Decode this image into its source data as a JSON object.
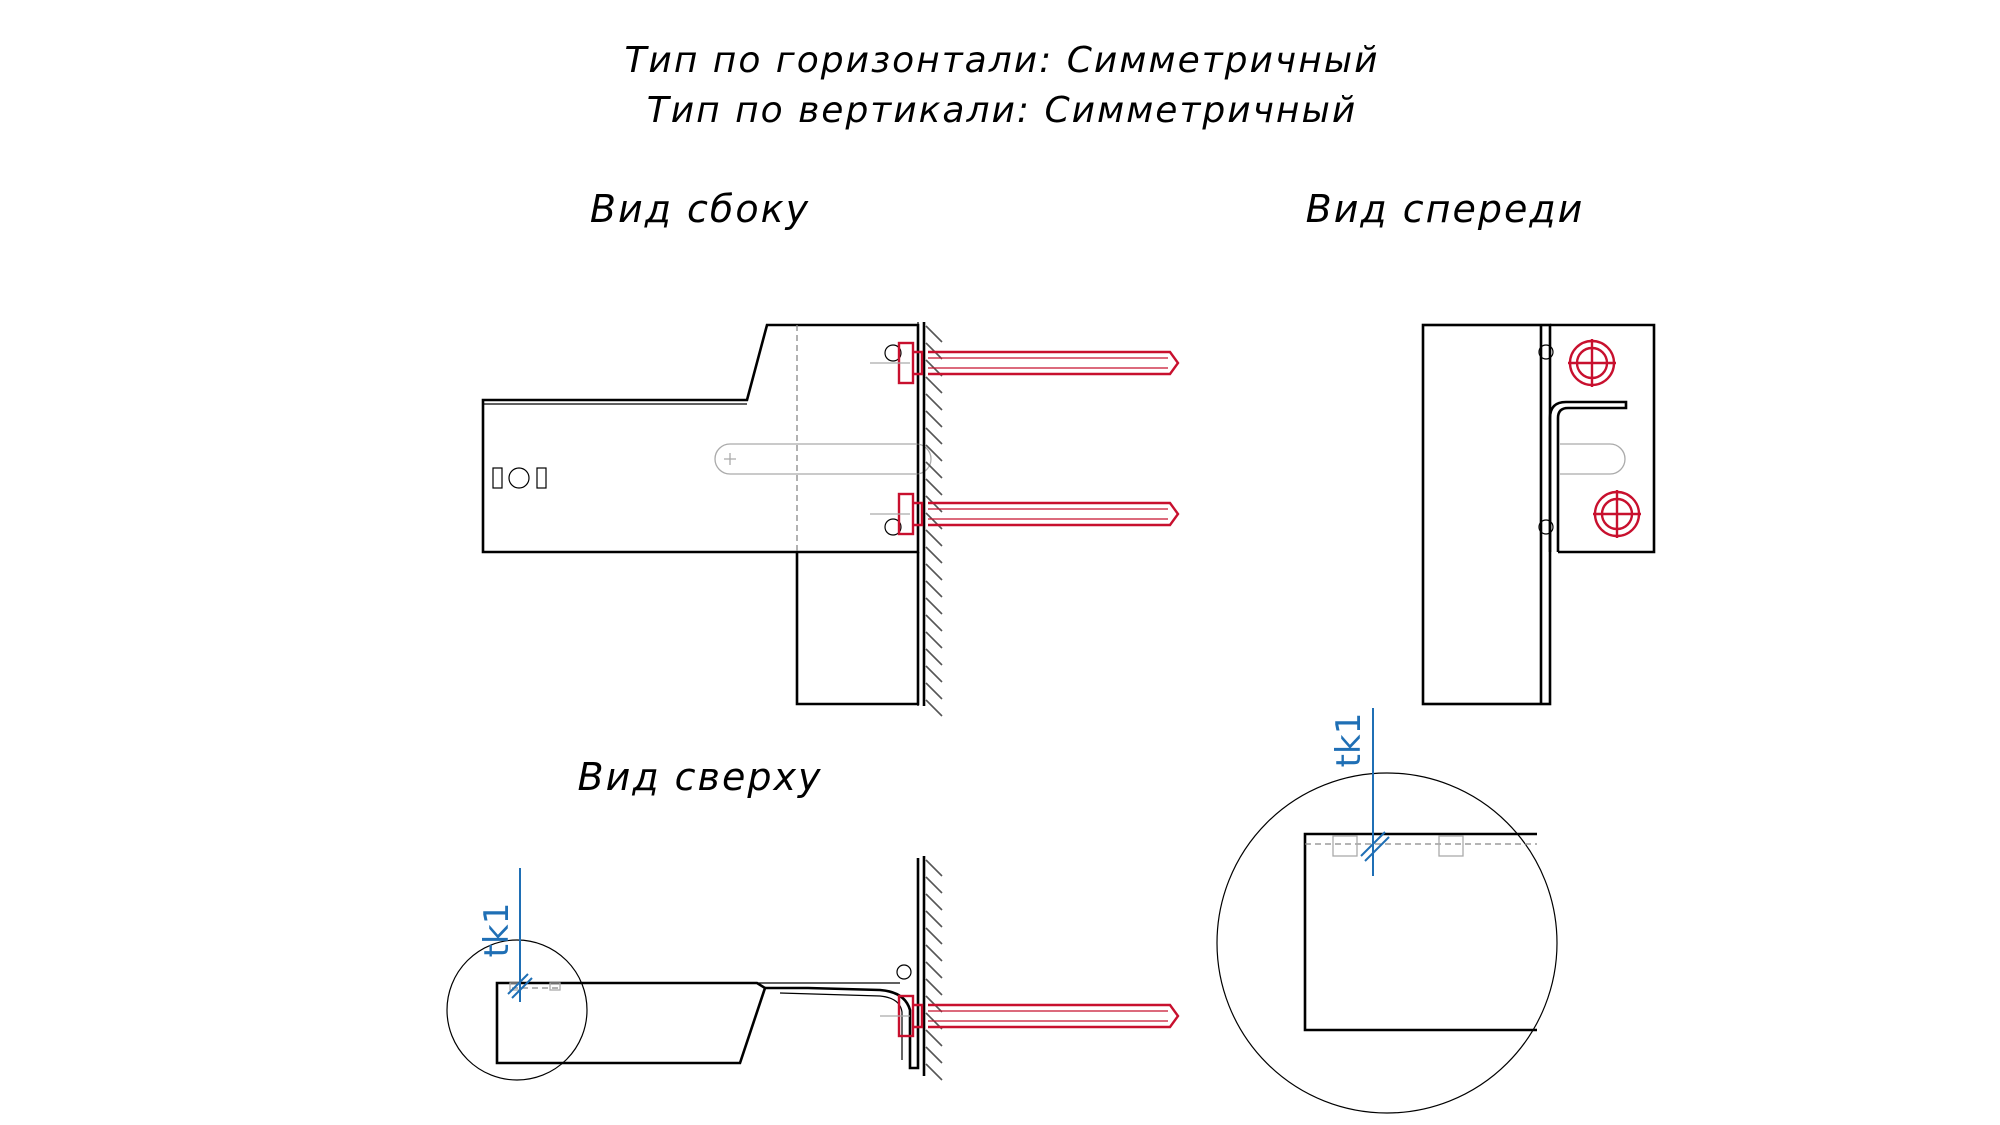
{
  "header": {
    "line1": "Тип по горизонтали: Симметричный",
    "line2": "Тип по вертикали: Симметричный"
  },
  "views": {
    "side": "Вид сбоку",
    "front": "Вид спереди",
    "top": "Вид сверху"
  },
  "weld_marks": {
    "top_view": "tk1",
    "detail": "tk1"
  },
  "colors": {
    "outline": "#000000",
    "anchor_bolt": "#c8102e",
    "weld_mark": "#1f6fb5",
    "hidden_line": "#888888"
  }
}
